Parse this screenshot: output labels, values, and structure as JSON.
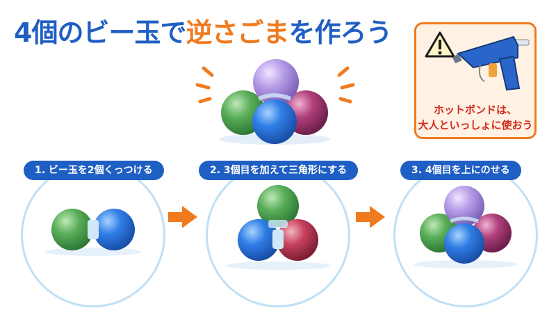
{
  "title": {
    "part1": "4個のビー玉で",
    "part2": "逆さごま",
    "part3": "を作ろう"
  },
  "warning": {
    "line1": "ホットボンドは、",
    "line2": "大人といっしょに使おう",
    "icon": "warning-triangle-icon"
  },
  "steps": [
    {
      "label": "1. ビー玉を2個くっつける"
    },
    {
      "label": "2. 3個目を加えて三角形にする"
    },
    {
      "label": "3. 4個目を上にのせる"
    }
  ],
  "colors": {
    "title_blue": "#1f5fc4",
    "title_orange": "#f07a1e",
    "warning_red": "#d42a1e",
    "circle_border": "#bfe0f5",
    "marble_green": "#5aae5a",
    "marble_blue": "#2f7ee6",
    "marble_purple": "#b79ee8",
    "marble_magenta": "#b0407c",
    "marble_red": "#c8405e"
  }
}
